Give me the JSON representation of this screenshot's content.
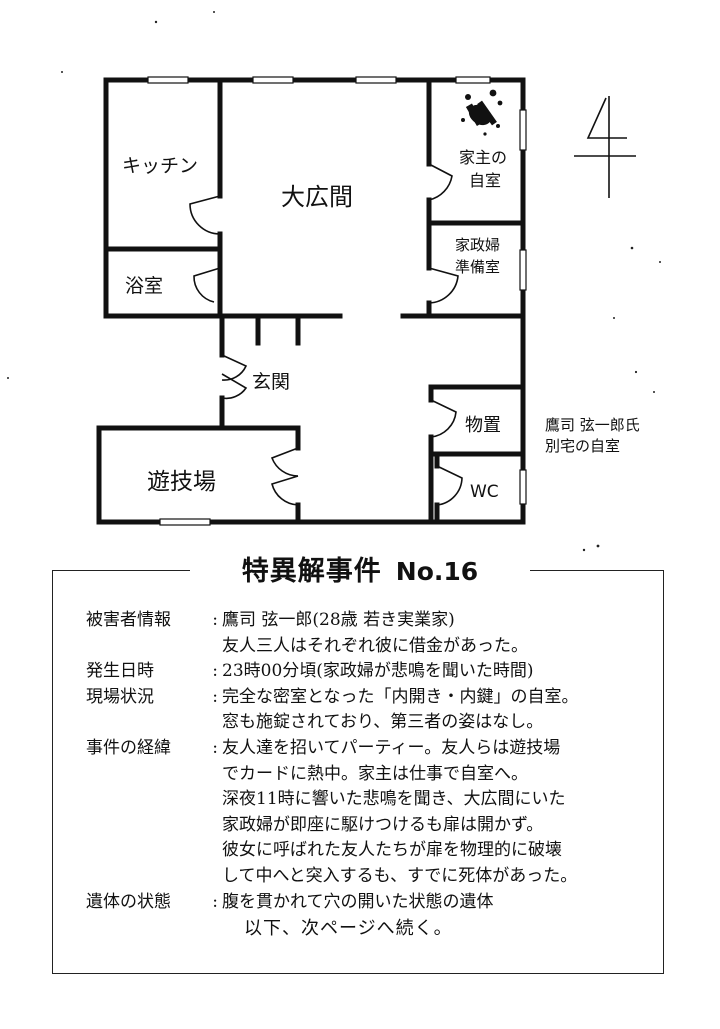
{
  "floorplan": {
    "rooms": {
      "kitchen": "キッチン",
      "hall": "大広間",
      "master_room_l1": "家主の",
      "master_room_l2": "自室",
      "maid_room_l1": "家政婦",
      "maid_room_l2": "準備室",
      "bath": "浴室",
      "entrance": "玄関",
      "storage": "物置",
      "wc": "WC",
      "game_room": "遊技場"
    },
    "caption": [
      "鷹司 弦一郎氏",
      "別宅の自室"
    ]
  },
  "panel": {
    "title": "特異解事件",
    "number": "No.16",
    "rows": [
      {
        "label": "被害者情報",
        "value": "鷹司 弦一郎(28歳 若き実業家)"
      },
      {
        "label": "",
        "value": "友人三人はそれぞれ彼に借金があった。"
      },
      {
        "label": "発生日時",
        "value": "23時00分頃(家政婦が悲鳴を聞いた時間)"
      },
      {
        "label": "現場状況",
        "value": "完全な密室となった「内開き・内鍵」の自室。"
      },
      {
        "label": "",
        "value": "窓も施錠されており、第三者の姿はなし。"
      },
      {
        "label": "事件の経緯",
        "value": "友人達を招いてパーティー。友人らは遊技場"
      },
      {
        "label": "",
        "value": "でカードに熱中。家主は仕事で自室へ。"
      },
      {
        "label": "",
        "value": "深夜11時に響いた悲鳴を聞き、大広間にいた"
      },
      {
        "label": "",
        "value": "家政婦が即座に駆けつけるも扉は開かず。"
      },
      {
        "label": "",
        "value": "彼女に呼ばれた友人たちが扉を物理的に破壊"
      },
      {
        "label": "",
        "value": "して中へと突入するも、すでに死体があった。"
      },
      {
        "label": "遺体の状態",
        "value": "腹を貫かれて穴の開いた状態の遺体"
      }
    ],
    "continued": "以下、次ページへ続く。"
  }
}
